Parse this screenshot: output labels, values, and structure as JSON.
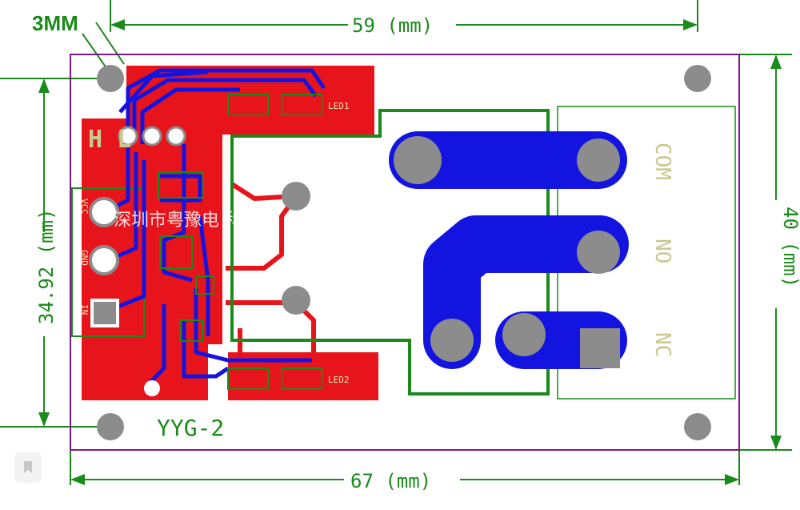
{
  "dimensions": {
    "top_width": "59 (mm)",
    "bottom_width": "67 (mm)",
    "left_height": "34.92 (mm)",
    "right_height": "40 (mm)",
    "hole_offset": "3MM"
  },
  "board": {
    "model": "YYG-2",
    "header_label": "H   L",
    "chinese_text": "深圳市粤豫电 科",
    "pins": [
      "VCC",
      "GND",
      "IN"
    ],
    "led_labels": [
      "LED1",
      "LED2"
    ]
  },
  "terminals": [
    "COM",
    "NO",
    "NC"
  ],
  "colors": {
    "dimension_lines": "#1a8a1a",
    "board_outline": "#7a1a8a",
    "top_copper": "#e8141c",
    "bottom_copper": "#1414e0",
    "silkscreen": "#c8c890",
    "relay_outline": "#1a8a1a",
    "pads": "#8c8c8c"
  }
}
